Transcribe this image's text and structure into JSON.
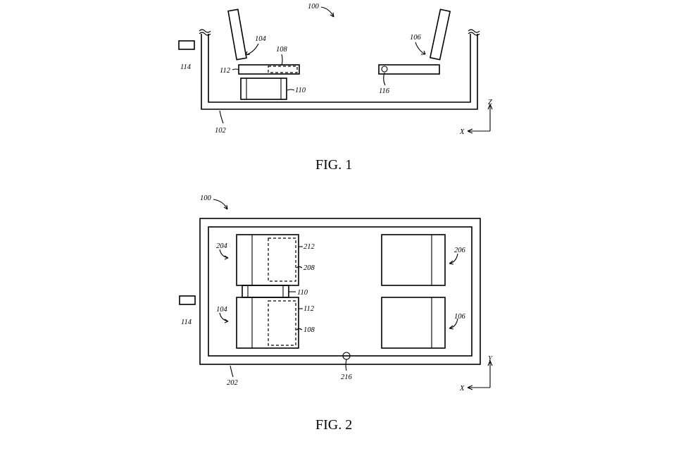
{
  "figures": [
    {
      "caption": "FIG. 1",
      "axes": {
        "vertical": "Z",
        "horizontal": "X"
      },
      "labels": {
        "system": "100",
        "left_station": "104",
        "right_station": "106",
        "dashed_region": "108",
        "support_block": "110",
        "plate": "112",
        "controller": "114",
        "sensor": "116",
        "frame": "102"
      }
    },
    {
      "caption": "FIG. 2",
      "axes": {
        "vertical": "Y",
        "horizontal": "X"
      },
      "labels": {
        "system": "100",
        "upper_left_unit": "204",
        "lower_left_unit": "104",
        "upper_right_unit": "206",
        "lower_right_unit": "106",
        "upper_outline": "212",
        "upper_dashed": "208",
        "lower_outline": "112",
        "lower_dashed": "108",
        "link_block": "110",
        "controller": "114",
        "frame": "202",
        "port": "216"
      }
    }
  ]
}
